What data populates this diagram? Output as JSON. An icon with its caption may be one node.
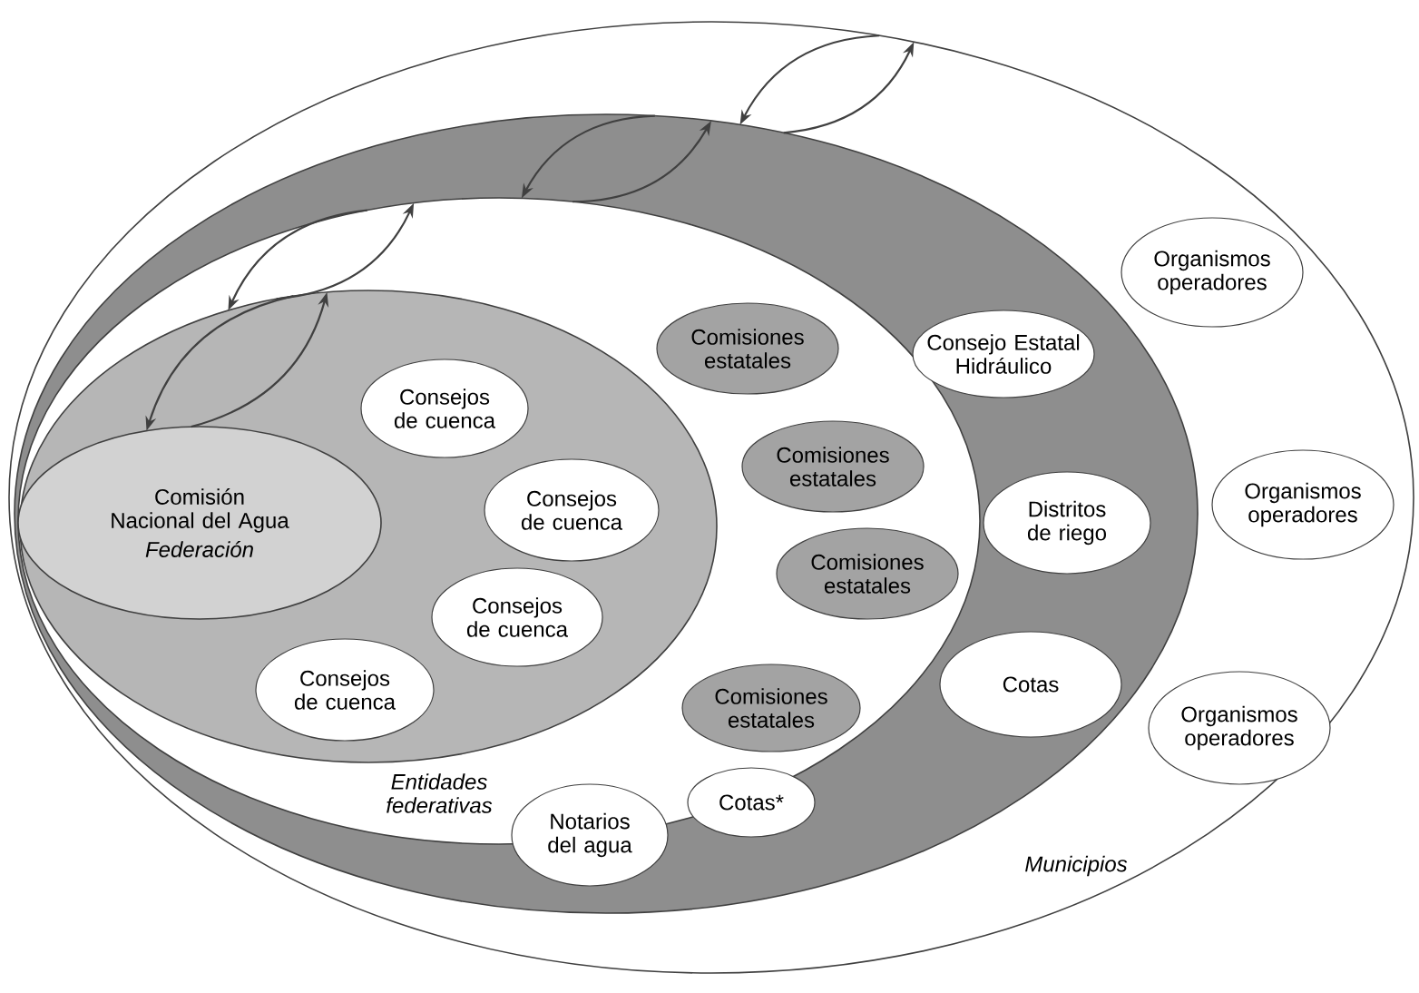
{
  "diagram": {
    "nodes": [
      {
        "text": [
          "Municipios"
        ]
      },
      {
        "text": [],
        "shape": "ellipse",
        "in": 0
      },
      {
        "text": [
          "Entidades federativas"
        ],
        "in": 1
      },
      {
        "text": [],
        "shape": "ellipse",
        "in": 2
      },
      {
        "text": [
          "Comisión Nacional del Agua",
          "Federación"
        ],
        "in": 3
      },
      {
        "text": [
          "Consejos de cuenca"
        ],
        "in": 3
      },
      {
        "text": [
          "Consejos de cuenca"
        ],
        "in": 3
      },
      {
        "text": [
          "Consejos de cuenca"
        ],
        "in": 3
      },
      {
        "text": [
          "Consejos de cuenca"
        ],
        "in": 3
      },
      {
        "text": [
          "Comisiones estatales"
        ],
        "in": 2
      },
      {
        "text": [
          "Comisiones estatales"
        ],
        "in": 2
      },
      {
        "text": [
          "Comisiones estatales"
        ],
        "in": 2
      },
      {
        "text": [
          "Comisiones estatales"
        ],
        "in": 2
      },
      {
        "text": [
          "Consejo Estatal Hidráulico"
        ],
        "in": 1
      },
      {
        "text": [
          "Distritos de riego"
        ],
        "in": 1
      },
      {
        "text": [
          "Cotas"
        ],
        "in": 1
      },
      {
        "text": [
          "Notarios del agua"
        ],
        "in": 1
      },
      {
        "text": [
          "Cotas*"
        ],
        "in": 1
      },
      {
        "text": [
          "Organismos operadores"
        ],
        "in": 0
      },
      {
        "text": [
          "Organismos operadores"
        ],
        "in": 0
      },
      {
        "text": [
          "Organismos operadores"
        ],
        "in": 0
      }
    ],
    "edges": [
      {
        "from": 0,
        "to": 1,
        "arrow": "to"
      },
      {
        "from": 1,
        "to": 0,
        "arrow": "to"
      },
      {
        "from": 1,
        "to": 2,
        "arrow": "to"
      },
      {
        "from": 2,
        "to": 1,
        "arrow": "to"
      },
      {
        "from": 2,
        "to": 3,
        "arrow": "to"
      },
      {
        "from": 3,
        "to": 2,
        "arrow": "to"
      },
      {
        "from": 3,
        "to": 4,
        "arrow": "to"
      },
      {
        "from": 4,
        "to": 3,
        "arrow": "to"
      }
    ]
  }
}
